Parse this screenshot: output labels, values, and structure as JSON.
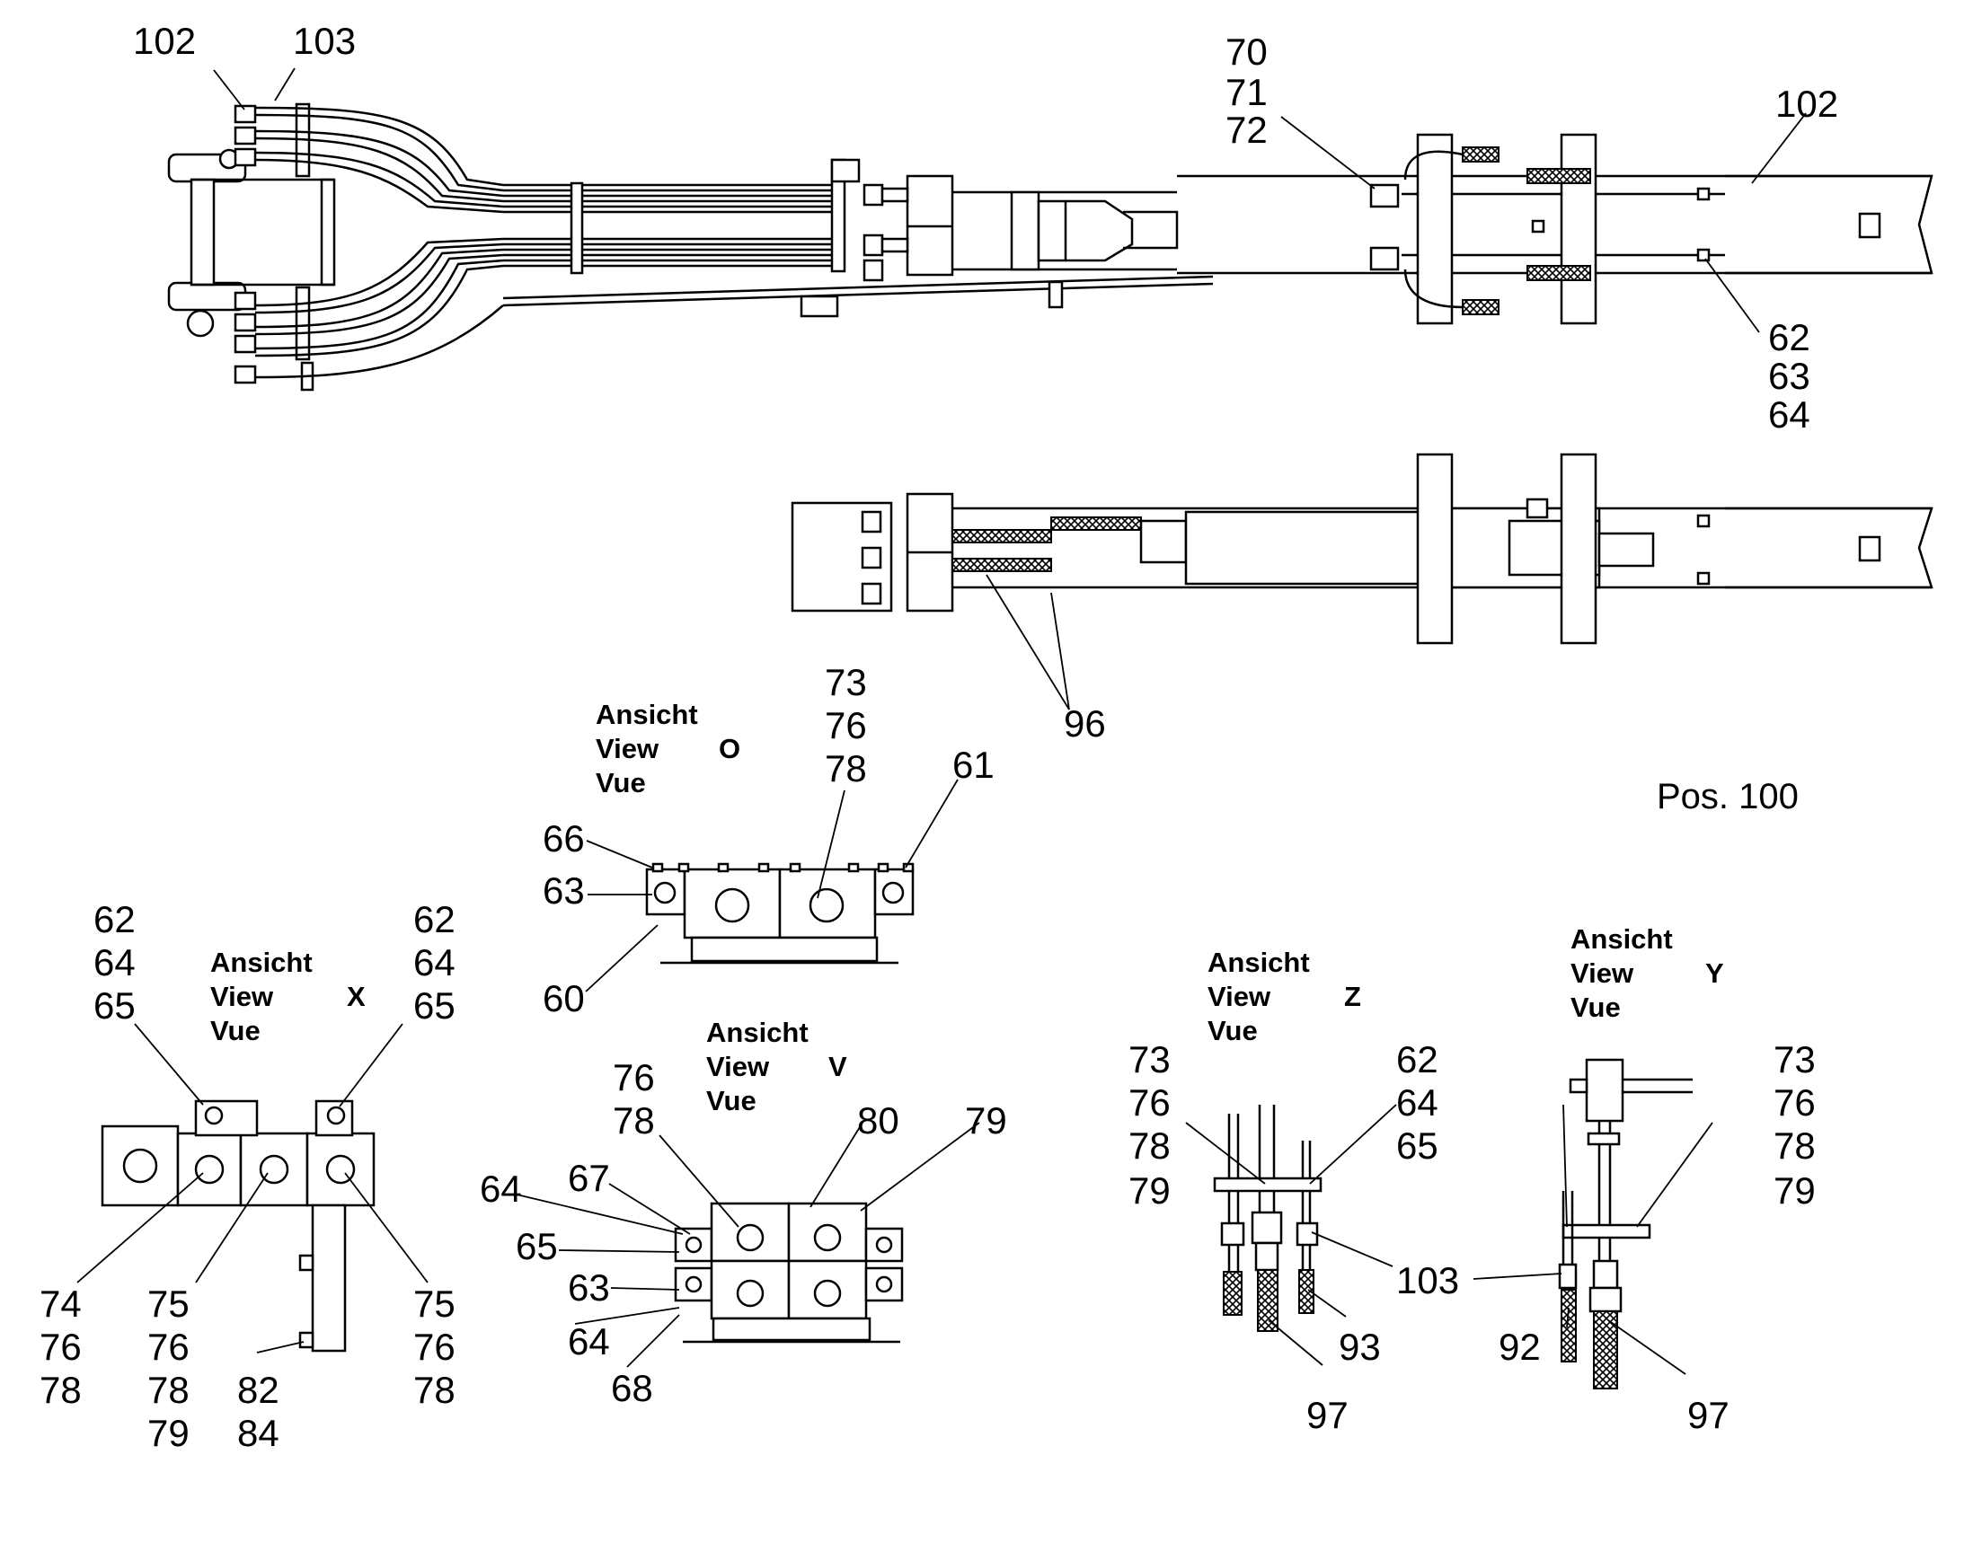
{
  "position": "Pos. 100",
  "view_words": [
    "Ansicht",
    "View",
    "Vue"
  ],
  "views": {
    "O": {
      "letter": "O"
    },
    "X": {
      "letter": "X"
    },
    "V": {
      "letter": "V"
    },
    "Z": {
      "letter": "Z"
    },
    "Y": {
      "letter": "Y"
    }
  },
  "callouts": {
    "top_boom": [
      "102",
      "103",
      "70",
      "71",
      "72",
      "102",
      "62",
      "63",
      "64"
    ],
    "middle_boom": [
      "96"
    ],
    "view_o": [
      "73",
      "76",
      "78",
      "61",
      "66",
      "63",
      "60"
    ],
    "view_x": [
      "62",
      "64",
      "65",
      "62",
      "64",
      "65",
      "74",
      "76",
      "78",
      "75",
      "76",
      "78",
      "79",
      "82",
      "84",
      "75",
      "76",
      "78"
    ],
    "view_v": [
      "76",
      "78",
      "80",
      "79",
      "64",
      "67",
      "65",
      "63",
      "64",
      "68"
    ],
    "view_z": [
      "73",
      "76",
      "78",
      "79",
      "62",
      "64",
      "65",
      "103",
      "93",
      "97"
    ],
    "view_y": [
      "73",
      "76",
      "78",
      "79",
      "92",
      "97"
    ]
  }
}
